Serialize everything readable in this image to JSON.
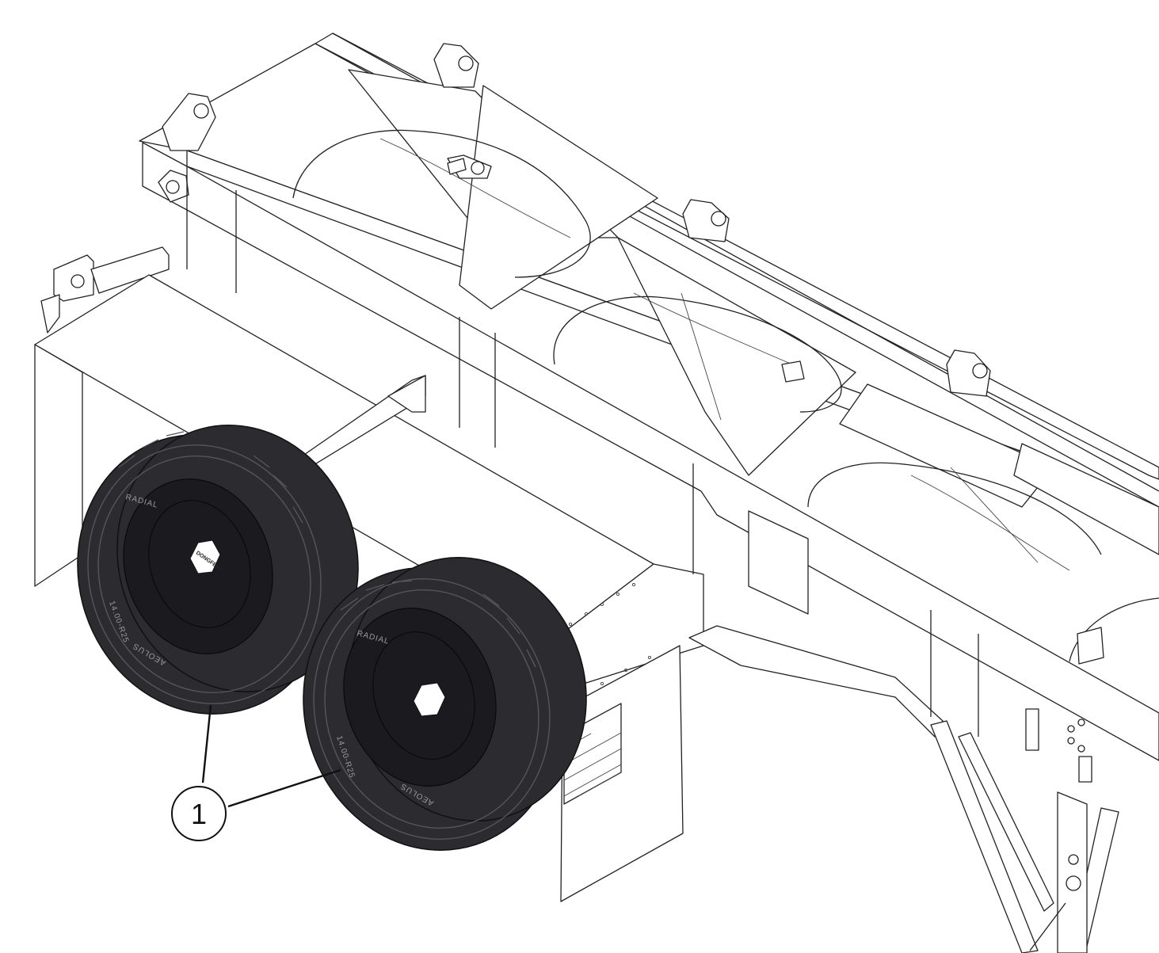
{
  "callout": {
    "number": "1"
  },
  "tire_markings": {
    "brand": "AEOLUS",
    "size": "14.00-R25",
    "type": "RADIAL"
  },
  "hub_marking": "DONGFENG",
  "colors": {
    "line": "#222222",
    "tire": "#2b2b30",
    "background": "#ffffff"
  }
}
